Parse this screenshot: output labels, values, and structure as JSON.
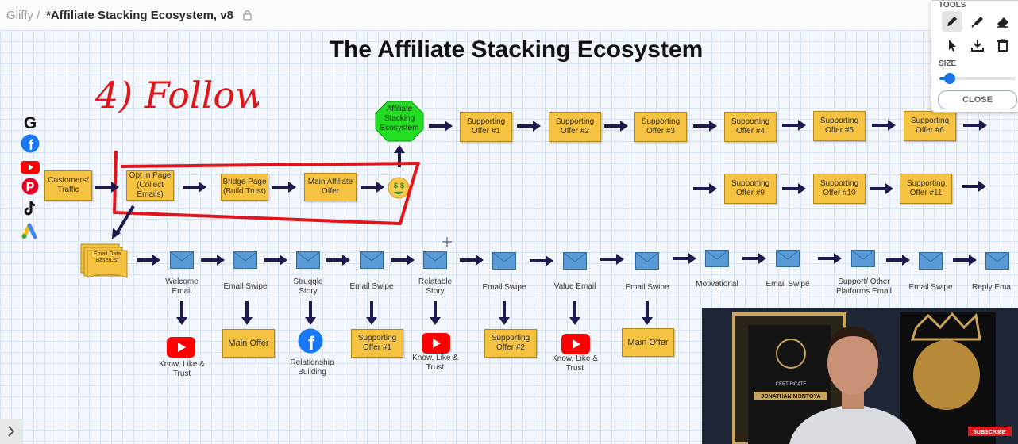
{
  "header": {
    "app_name": "Gliffy /",
    "doc_title": "*Affiliate Stacking Ecosystem, v8"
  },
  "diagram": {
    "title": "The Affiliate Stacking Ecosystem",
    "annotation": "4) Follow",
    "flow_top": {
      "customers": "Customers/ Traffic",
      "optin": "Opt in Page (Collect Emails)",
      "bridge": "Bridge Page (Build Trust)",
      "main_offer": "Main Affiliate Offer",
      "ecosystem": "Affiliate Stacking Ecosystem"
    },
    "supporting_row1": [
      "Supporting Offer #1",
      "Supporting Offer #2",
      "Supporting Offer #3",
      "Supporting Offer #4",
      "Supporting Offer #5",
      "Supporting Offer #6"
    ],
    "supporting_row2": [
      "Supporting Offer #9",
      "Supporting Offer #10",
      "Supporting Offer #11"
    ],
    "email_db": "Email Data Base/List",
    "email_steps": [
      "Welcome Email",
      "Email Swipe",
      "Struggle Story",
      "Email Swipe",
      "Relatable Story",
      "Email Swipe",
      "Value Email",
      "Email Swipe",
      "Motivational",
      "Email Swipe",
      "Support/ Other Platforms Email",
      "Email Swipe",
      "Reply Ema"
    ],
    "outcomes": {
      "o1": "Know, Like & Trust",
      "o2": "Main Offer",
      "o3": "Relationship Building",
      "o4": "Supporting Offer #1",
      "o5": "Know, Like & Trust",
      "o6": "Supporting Offer #2",
      "o7": "Know, Like & Trust",
      "o8": "Main Offer"
    }
  },
  "tools": {
    "title": "TOOLS",
    "size_label": "SIZE",
    "close_label": "CLOSE",
    "size_value": 0.1
  },
  "video": {
    "certificate": "CERTIFICATE",
    "name": "JONATHAN MONTOYA",
    "badge": "SUBSCRIBE"
  },
  "colors": {
    "box": "#f5c242",
    "arrow": "#1f1a4d",
    "marker": "#e0161b",
    "octagon": "#22dd22",
    "envelope": "#5b9bd5"
  }
}
